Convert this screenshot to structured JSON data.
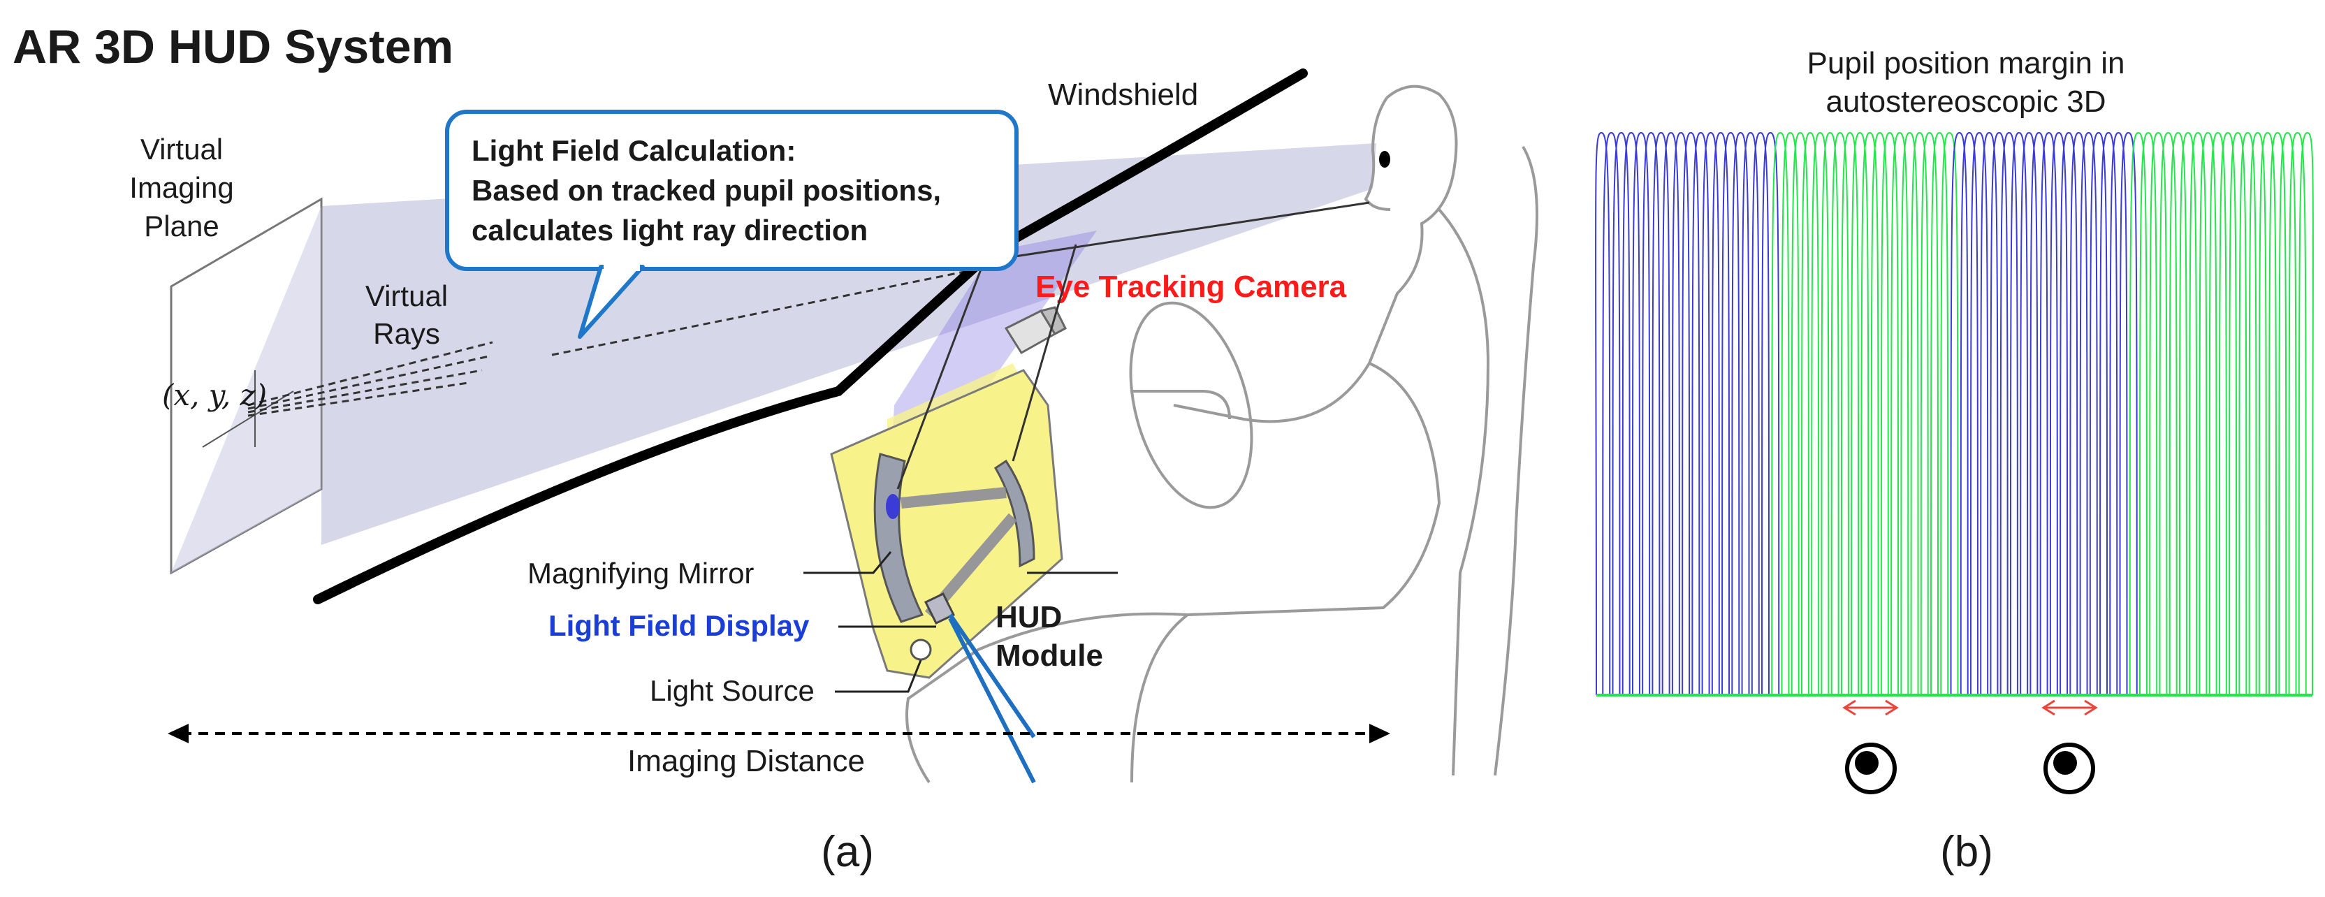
{
  "title": "AR 3D HUD System",
  "panel_a": {
    "virtual_imaging_plane": [
      "Virtual",
      "Imaging",
      "Plane"
    ],
    "coordinate": "(x, y, z)",
    "virtual_rays": [
      "Virtual",
      "Rays"
    ],
    "callout": {
      "line1": "Light Field Calculation:",
      "line2": "Based on tracked pupil positions,",
      "line3": "calculates light ray direction"
    },
    "windshield": "Windshield",
    "eye_tracking_camera": "Eye Tracking Camera",
    "magnifying_mirror": "Magnifying Mirror",
    "light_field_display": "Light Field Display",
    "hud_module": [
      "HUD",
      "Module"
    ],
    "light_source": "Light Source",
    "imaging_distance": "Imaging Distance",
    "caption": "(a)"
  },
  "panel_b": {
    "title": [
      "Pupil position margin in",
      "autostereoscopic 3D"
    ],
    "caption": "(b)",
    "colors": {
      "blue": "#3b3bd6",
      "green": "#22e64a",
      "margin_arrow": "#e8453c"
    }
  },
  "colors": {
    "callout_border": "#1f77c9",
    "eye_tracking_label": "#ff1a1a",
    "light_field_display_label": "#1a3ed6",
    "hud_module_fill": "#f7f28a",
    "beam_fill": "#c9c9e3"
  }
}
